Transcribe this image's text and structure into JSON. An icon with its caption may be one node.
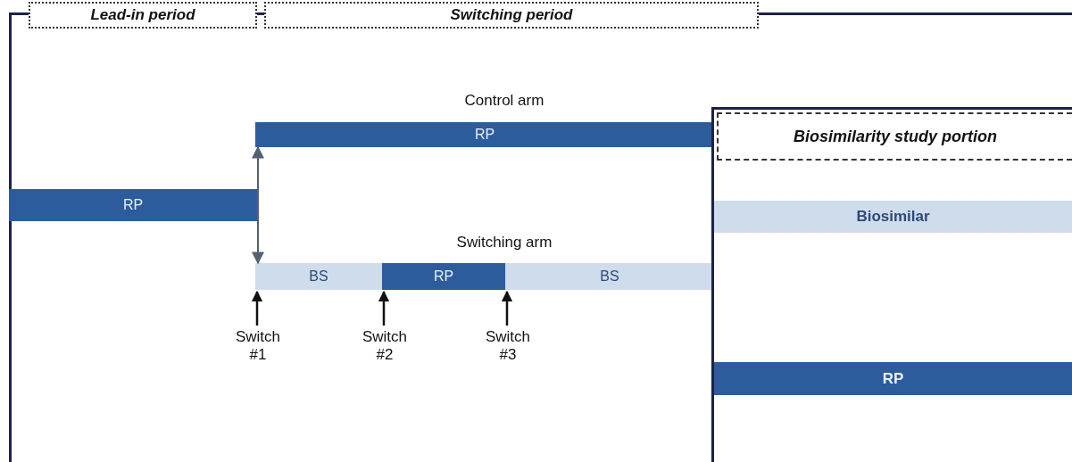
{
  "diagram": {
    "nodes": [
      {
        "text": [
          "Lead-in period"
        ]
      },
      {
        "text": [
          "Switching period"
        ]
      },
      {
        "text": [
          "RP"
        ]
      },
      {
        "text": [
          "RP"
        ]
      },
      {
        "text": [
          "BS"
        ]
      },
      {
        "text": [
          "RP"
        ]
      },
      {
        "text": [
          "BS"
        ]
      },
      {
        "text": [
          "Switch #1"
        ]
      },
      {
        "text": [
          "Switch #2"
        ]
      },
      {
        "text": [
          "Switch #3"
        ]
      },
      {
        "text": [
          "Biosimilarity study portion"
        ]
      },
      {
        "text": [
          "Biosimilar"
        ],
        "in": 10
      },
      {
        "text": [
          "RP"
        ],
        "in": 10
      }
    ],
    "edges": [
      {
        "from": 3,
        "to": 4,
        "arrow": "both",
        "color": "#556070"
      },
      {
        "from": 7,
        "to": 4,
        "arrow": "to"
      },
      {
        "from": 8,
        "to": 5,
        "arrow": "to"
      },
      {
        "from": 9,
        "to": 6,
        "arrow": "to"
      }
    ],
    "labels": [
      "Control arm",
      "Switching arm"
    ]
  }
}
